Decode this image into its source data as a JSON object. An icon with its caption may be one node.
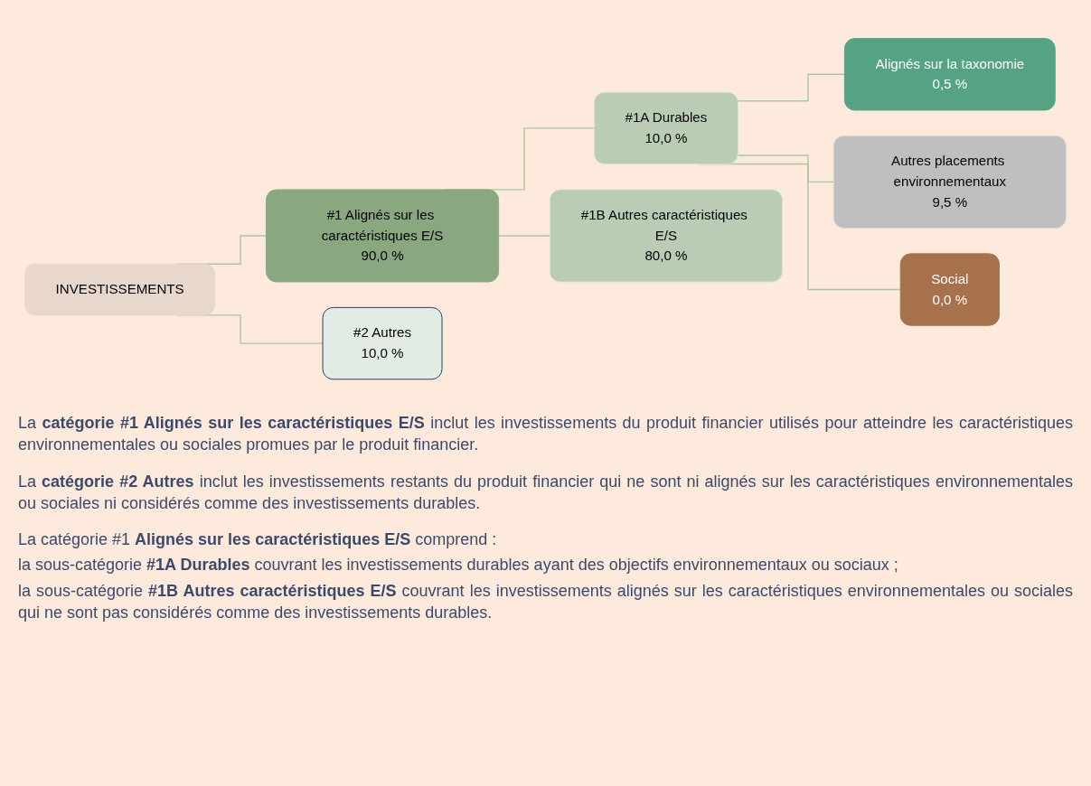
{
  "diagram": {
    "nodes": [
      {
        "text": [
          "INVESTISSEMENTS"
        ]
      },
      {
        "text": [
          "#1 Alignés sur les caractéristiques E/S",
          "90,0 %"
        ]
      },
      {
        "text": [
          "#2 Autres",
          "10,0 %"
        ]
      },
      {
        "text": [
          "#1A Durables",
          "10,0 %"
        ]
      },
      {
        "text": [
          "#1B Autres caractéristiques E/S",
          "80,0 %"
        ]
      },
      {
        "text": [
          "Alignés sur la taxonomie",
          "0,5 %"
        ]
      },
      {
        "text": [
          "Autres placements environnementaux",
          "9,5 %"
        ]
      },
      {
        "text": [
          "Social",
          "0,0 %"
        ]
      }
    ],
    "edges": [
      {
        "from": 0,
        "to": 1,
        "arrow": "none"
      },
      {
        "from": 0,
        "to": 2,
        "arrow": "none"
      },
      {
        "from": 1,
        "to": 3,
        "arrow": "none"
      },
      {
        "from": 1,
        "to": 4,
        "arrow": "none"
      },
      {
        "from": 3,
        "to": 5,
        "arrow": "none"
      },
      {
        "from": 3,
        "to": 6,
        "arrow": "none"
      },
      {
        "from": 3,
        "to": 7,
        "arrow": "none"
      }
    ],
    "labels": [
      "La **catégorie #1 Alignés sur les caractéristiques E/S** inclut les investissements du produit financier utilisés pour atteindre les caractéristiques environnementales ou sociales promues par le produit financier.",
      "La **catégorie #2 Autres** inclut les investissements restants du produit financier qui ne sont ni alignés sur les caractéristiques environnementales ou sociales ni considérés comme des investissements durables.",
      "La catégorie #1 **Alignés sur les caractéristiques E/S** comprend :",
      "la sous-catégorie **#1A Durables** couvrant les investissements durables ayant des objectifs environnementaux ou sociaux ;",
      "la sous-catégorie **#1B Autres caractéristiques E/S** couvrant les investissements alignés sur les caractéristiques environnementales ou sociales qui ne sont pas considérés comme des investissements durables."
    ]
  }
}
